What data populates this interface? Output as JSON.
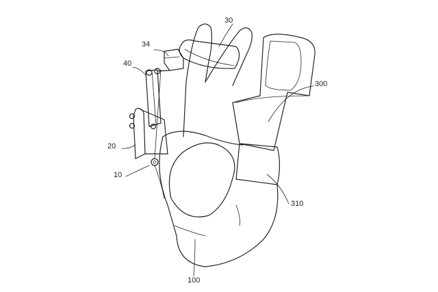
{
  "figure": {
    "labels": {
      "finger_strap": "30",
      "strap_connector": "34",
      "actuator": "40",
      "finger_sleeve": "300",
      "base_plate": "20",
      "cable_anchor": "10",
      "wrist_band": "310",
      "glove": "100"
    }
  }
}
